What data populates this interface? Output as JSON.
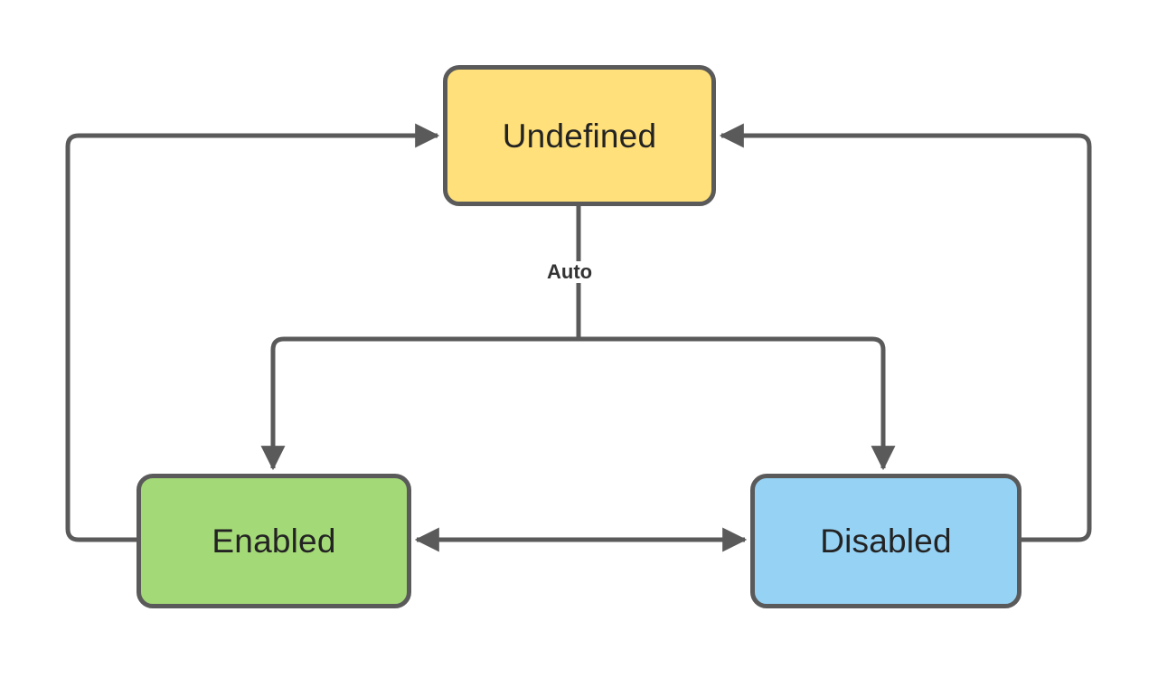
{
  "diagram": {
    "type": "state-transition-diagram",
    "background_color": "#ffffff",
    "edge_color": "#5a5a5a",
    "nodes": [
      {
        "id": "undefined",
        "label": "Undefined",
        "fill": "#ffe07a",
        "border": "#5a5a5a"
      },
      {
        "id": "enabled",
        "label": "Enabled",
        "fill": "#a4d977",
        "border": "#5a5a5a"
      },
      {
        "id": "disabled",
        "label": "Disabled",
        "fill": "#96d2f4",
        "border": "#5a5a5a"
      }
    ],
    "edges": [
      {
        "id": "undefined-to-branch",
        "from": "undefined",
        "to": "branch",
        "label": "Auto",
        "arrow": "none"
      },
      {
        "id": "branch-to-enabled",
        "from": "branch",
        "to": "enabled",
        "label": "",
        "arrow": "end"
      },
      {
        "id": "branch-to-disabled",
        "from": "branch",
        "to": "disabled",
        "label": "",
        "arrow": "end"
      },
      {
        "id": "enabled-disabled",
        "from": "enabled",
        "to": "disabled",
        "label": "",
        "arrow": "both"
      },
      {
        "id": "enabled-to-undefined",
        "from": "enabled",
        "to": "undefined",
        "label": "",
        "arrow": "end"
      },
      {
        "id": "disabled-to-undefined",
        "from": "disabled",
        "to": "undefined",
        "label": "",
        "arrow": "end"
      }
    ],
    "labels": {
      "auto": "Auto"
    }
  }
}
